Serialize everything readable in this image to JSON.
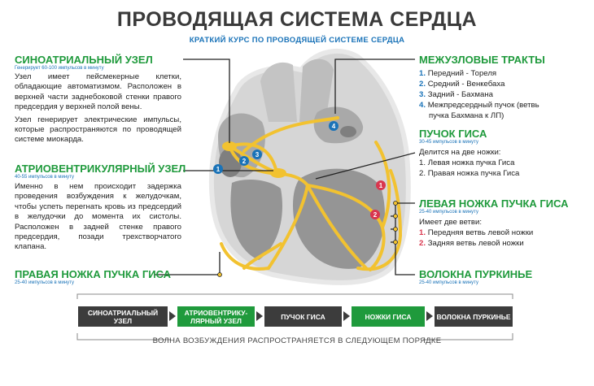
{
  "title": "ПРОВОДЯЩАЯ СИСТЕМА СЕРДЦА",
  "subtitle": "КРАТКИЙ КУРС ПО ПРОВОДЯЩЕЙ СИСТЕМЕ СЕРДЦА",
  "sa_node": {
    "heading": "СИНОАТРИАЛЬНЫЙ УЗЕЛ",
    "rate": "Генерирует 60-100 импульсов в минуту",
    "text1": "Узел имеет пейсмекерные клетки, обладающие автоматизмом. Расположен в верхней части заднебоковой стенки правого предсердия у верхней полой вены.",
    "text2": "Узел генерирует электрические импульсы, которые распространяются по проводящей системе миокарда."
  },
  "av_node": {
    "heading": "АТРИОВЕНТРИКУЛЯРНЫЙ УЗЕЛ",
    "rate": "40-55 импульсов в минуту",
    "text": "Именно в нем происходит задержка проведения возбуждения к желудочкам, чтобы успеть перегнать кровь из предсердий в желудочки до момента их систолы. Расположен в задней стенке правого предсердия, позади трехстворчатого клапана."
  },
  "right_bundle": {
    "heading": "ПРАВАЯ НОЖКА ПУЧКА ГИСА",
    "rate": "25-40 импульсов в минуту"
  },
  "internodal": {
    "heading": "МЕЖУЗЛОВЫЕ ТРАКТЫ",
    "items": [
      {
        "num": "1.",
        "text": "Передний - Тореля"
      },
      {
        "num": "2.",
        "text": "Средний - Венкебаха"
      },
      {
        "num": "3.",
        "text": "Задний - Бахмана"
      },
      {
        "num": "4.",
        "text": "Межпредсердный пучок (ветвь"
      },
      {
        "num": "",
        "text": "пучка Бахмана к ЛП)"
      }
    ]
  },
  "his": {
    "heading": "ПУЧОК ГИСА",
    "rate": "30-45 импульсов в минуту",
    "intro": "Делится на две ножки:",
    "items": [
      {
        "num": "1.",
        "text": "Левая ножка пучка Гиса"
      },
      {
        "num": "2.",
        "text": "Правая ножка пучка Гиса"
      }
    ]
  },
  "left_bundle": {
    "heading": "ЛЕВАЯ НОЖКА ПУЧКА ГИСА",
    "rate": "25-40 импульсов в минуту",
    "intro": "Имеет две ветви:",
    "items": [
      {
        "num": "1.",
        "text": "Передняя ветвь левой ножки"
      },
      {
        "num": "2.",
        "text": "Задняя ветвь левой ножки"
      }
    ]
  },
  "purkinje": {
    "heading": "ВОЛОКНА ПУРКИНЬЕ",
    "rate": "25-40 импульсов в минуту"
  },
  "markers": {
    "blue": [
      "1",
      "2",
      "3",
      "4"
    ],
    "red": [
      "1",
      "2"
    ]
  },
  "flow": {
    "steps": [
      "СИНОАТРИАЛЬНЫЙ УЗЕЛ",
      "АТРИОВЕНТРИКУ-ЛЯРНЫЙ УЗЕЛ",
      "ПУЧОК ГИСА",
      "НОЖКИ ГИСА",
      "ВОЛОКНА ПУРКИНЬЕ"
    ],
    "caption": "ВОЛНА ВОЗБУЖДЕНИЯ РАСПРОСТРАНЯЕТСЯ В СЛЕДУЮЩЕМ ПОРЯДКЕ"
  },
  "colors": {
    "green": "#1f9a3c",
    "blue": "#1a73b8",
    "red": "#d9364e",
    "pathway": "#f2c230",
    "dark": "#3c3c3c"
  }
}
